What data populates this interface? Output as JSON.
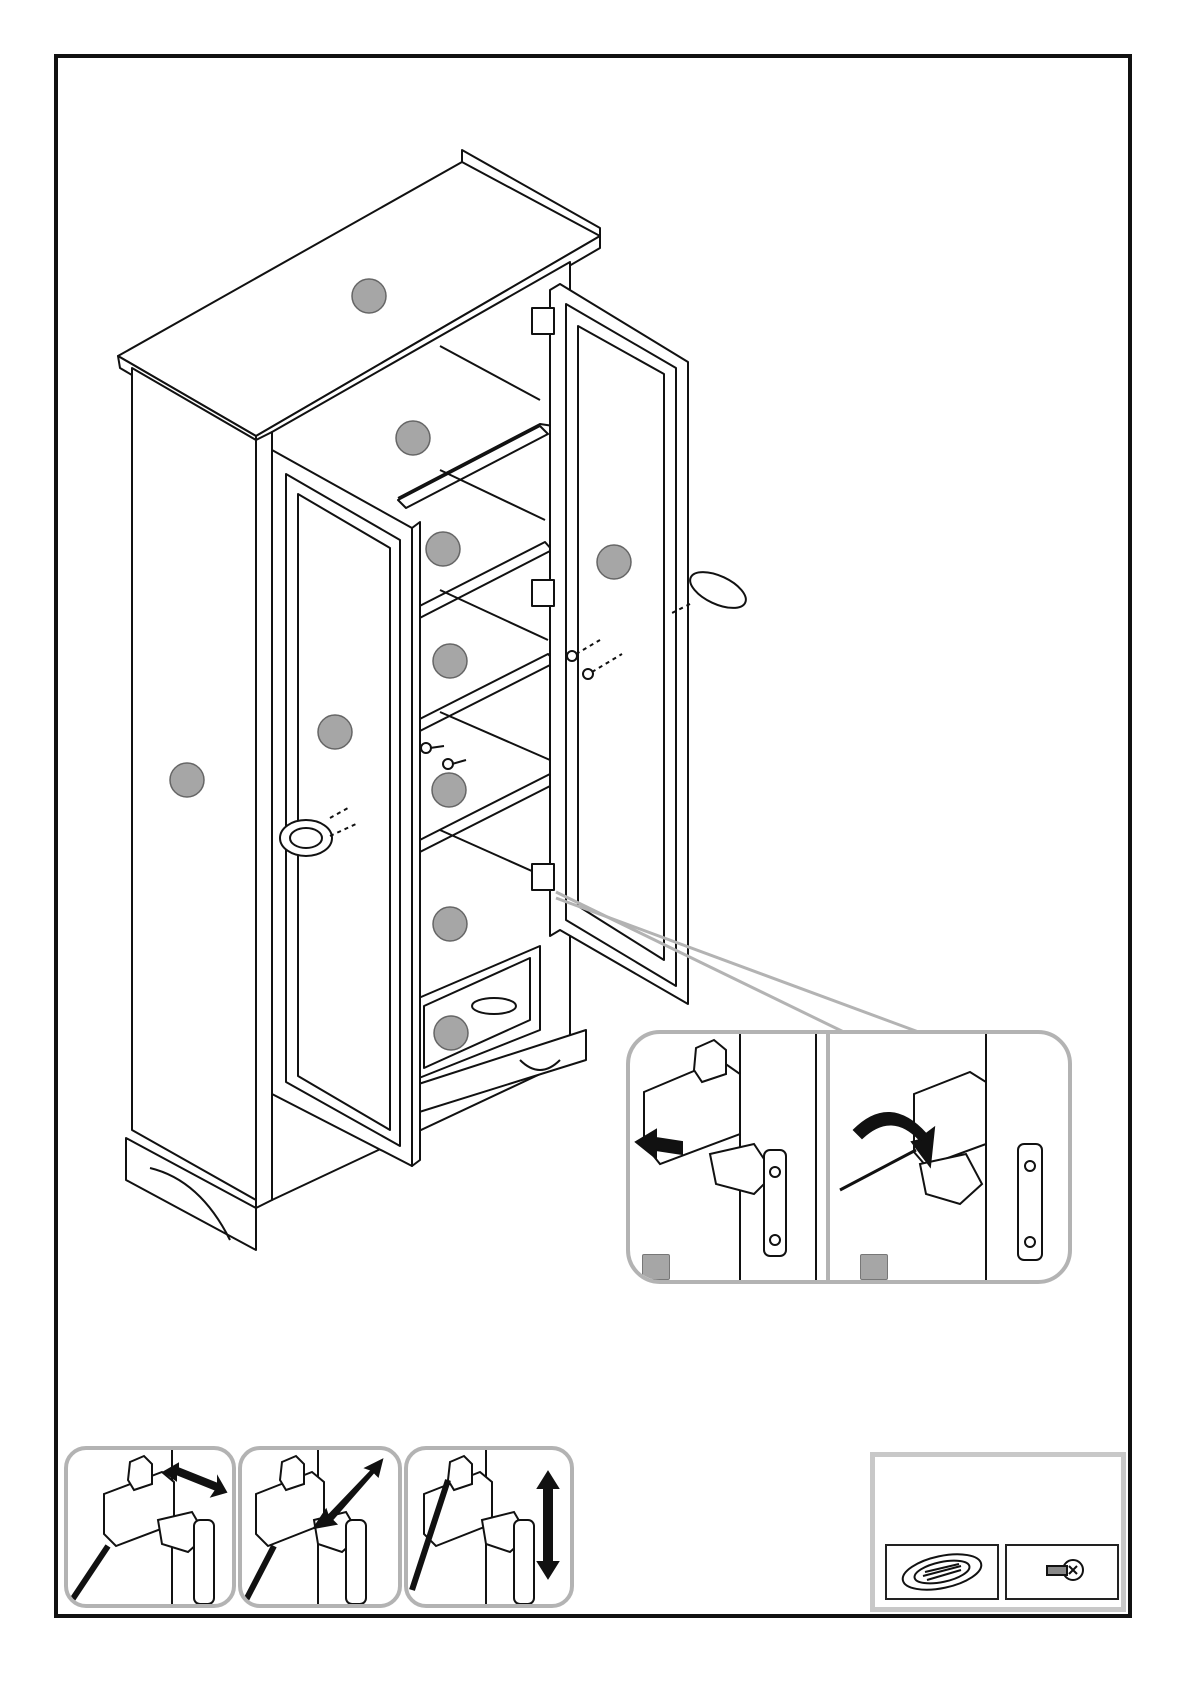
{
  "document": {
    "type": "assembly-instruction-page",
    "colors": {
      "line": "#111111",
      "marker_fill": "#a6a6a6",
      "callout_border": "#b3b3b3",
      "parts_border": "#c8c8c8"
    }
  },
  "main_drawing": {
    "icons": [
      "cabinet-drawing",
      "left-door",
      "right-door",
      "shelf",
      "drawer",
      "door-handle-oval",
      "hinge",
      "screw"
    ],
    "part_marker_count": 12
  },
  "hinge_callout": {
    "steps": 2,
    "icons": [
      "hinge-clip-icon",
      "slide-arrow-icon",
      "rotate-arrow-icon"
    ]
  },
  "adjustment_panels": [
    {
      "icon": "screwdriver-icon",
      "arrow": "depth-arrow-icon"
    },
    {
      "icon": "screwdriver-icon",
      "arrow": "side-arrow-icon"
    },
    {
      "icon": "screwdriver-icon",
      "arrow": "height-arrow-icon"
    }
  ],
  "parts_list": {
    "items": [
      {
        "icon": "oval-handle-icon"
      },
      {
        "icon": "screw-icon"
      }
    ]
  }
}
